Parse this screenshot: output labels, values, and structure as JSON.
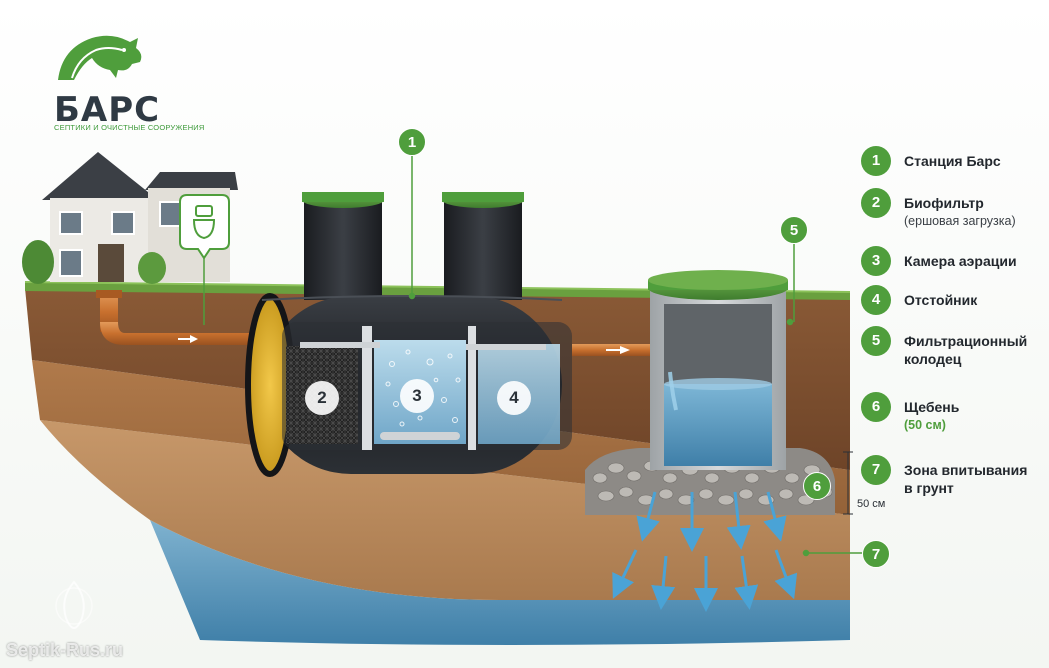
{
  "brand": {
    "name": "БАРС",
    "tagline": "СЕПТИКИ И ОЧИСТНЫЕ СООРУЖЕНИЯ"
  },
  "legend": [
    {
      "num": "1",
      "title": "Станция Барс"
    },
    {
      "num": "2",
      "title": "Биофильтр",
      "subtitle": "(ершовая загрузка)"
    },
    {
      "num": "3",
      "title": "Камера аэрации"
    },
    {
      "num": "4",
      "title": "Отстойник"
    },
    {
      "num": "5",
      "title": "Фильтрационный",
      "subtitle": "колодец",
      "subtitle_bold": true
    },
    {
      "num": "6",
      "title": "Щебень",
      "subtitle": "(50 см)",
      "subtitle_green": true
    },
    {
      "num": "7",
      "title": "Зона впитывания",
      "subtitle": "в грунт",
      "subtitle_bold": true
    }
  ],
  "callouts": {
    "station": "1",
    "biofilter": "2",
    "aeration": "3",
    "settler": "4",
    "well": "5",
    "gravel": "6",
    "absorption": "7"
  },
  "dimension_label": "50 см",
  "watermark": "Septik-Rus.ru",
  "colors": {
    "accent_green": "#4f9e3c",
    "tank_black": "#1f2226",
    "pipe_orange": "#c8702e",
    "water_blue": "#5e9ac2",
    "soil_brown": "#8a5a36",
    "grass_green": "#6aa03f"
  }
}
